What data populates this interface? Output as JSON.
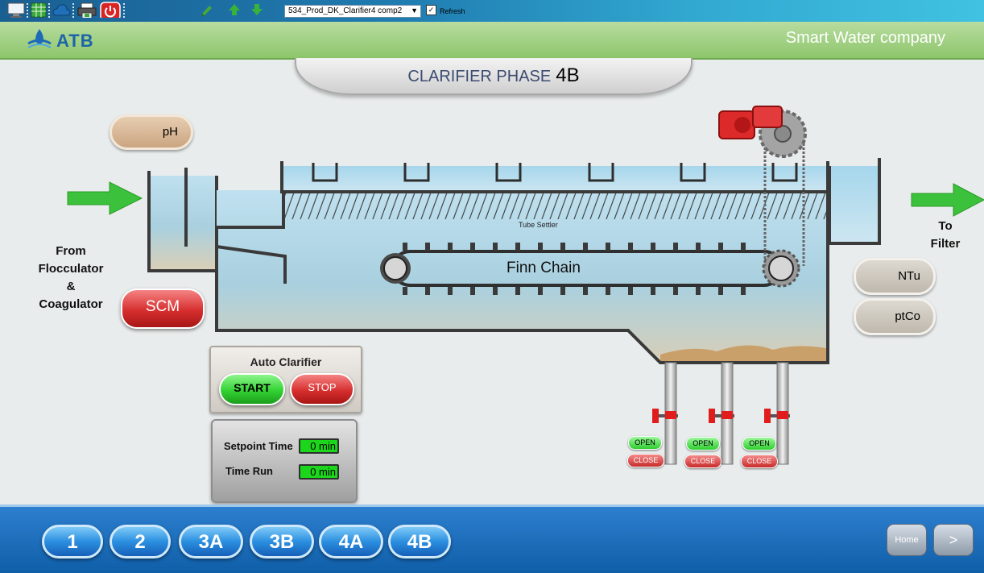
{
  "toolbar": {
    "screen_select": "534_Prod_DK_Clarifier4 comp2",
    "refresh_label": "Refresh",
    "refresh_checked": true,
    "icons": [
      "monitor-icon",
      "table-icon",
      "cloud-icon",
      "printer-icon",
      "power-icon",
      "pencil-icon",
      "arrow-up-icon",
      "arrow-down-icon"
    ]
  },
  "header": {
    "logo": "ATB",
    "company": "Smart Water company"
  },
  "title": {
    "label": "CLARIFIER PHASE",
    "number": "4B"
  },
  "inputs": {
    "ph_label": "pH",
    "scm_label": "SCM",
    "from_label": [
      "From",
      "Flocculator",
      "&",
      "Coagulator"
    ]
  },
  "outputs": {
    "ntu_label": "NTu",
    "ptco_label": "ptCo",
    "to_label": [
      "To",
      "Filter"
    ]
  },
  "tank": {
    "tube_settler": "Tube Settler",
    "finn_chain": "Finn Chain"
  },
  "auto_clarifier": {
    "title": "Auto Clarifier",
    "start_label": "START",
    "stop_label": "STOP"
  },
  "timers": {
    "setpoint_label": "Setpoint Time",
    "setpoint_value": "0 min",
    "timerun_label": "Time Run",
    "timerun_value": "0 min"
  },
  "valves": [
    {
      "open": "OPEN",
      "close": "CLOSE"
    },
    {
      "open": "OPEN",
      "close": "CLOSE"
    },
    {
      "open": "OPEN",
      "close": "CLOSE"
    }
  ],
  "footer": {
    "nav": [
      "1",
      "2",
      "3A",
      "3B",
      "4A",
      "4B"
    ],
    "home_label": "Home",
    "next_label": ">"
  },
  "colors": {
    "toolbar": "#1f7bb0",
    "header": "#8dc66b",
    "water": "#a8d2e6",
    "footer": "#1a6cba"
  }
}
